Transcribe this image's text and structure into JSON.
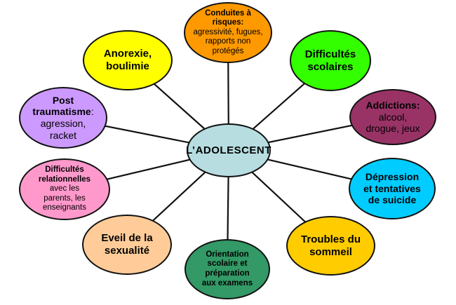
{
  "center": {
    "label": "L’ADOLESCENT",
    "color": "#b7dde1"
  },
  "nodes": [
    {
      "id": "conduites",
      "bold": "Conduites à risques:",
      "normal": "agressivité, fugues, rapports non protégés",
      "color": "#ff9900"
    },
    {
      "id": "difficultes-scolaires",
      "bold": "Difficultés scolaires",
      "normal": "",
      "color": "#33ff00"
    },
    {
      "id": "addictions",
      "bold": "Addictions:",
      "normal": "alcool, drogue, jeux",
      "color": "#993366"
    },
    {
      "id": "depression",
      "bold": "Dépression et tentatives de suicide",
      "normal": "",
      "color": "#00ccff"
    },
    {
      "id": "troubles-sommeil",
      "bold": "Troubles du sommeil",
      "normal": "",
      "color": "#ffcc00"
    },
    {
      "id": "orientation",
      "bold": "Orientation scolaire et préparation aux examens",
      "normal": "",
      "color": "#339966"
    },
    {
      "id": "eveil",
      "bold": "Eveil de la sexualité",
      "normal": "",
      "color": "#ffcc99"
    },
    {
      "id": "relationnelles",
      "bold": "Difficultés relationnelles",
      "normal": "avec les parents, les enseignants",
      "color": "#ff99cc"
    },
    {
      "id": "post-traumatisme",
      "bold": "Post traumatisme",
      "normal": ": agression, racket",
      "color": "#cc99ff"
    },
    {
      "id": "anorexie",
      "bold": "Anorexie, boulimie",
      "normal": "",
      "color": "#ffff00"
    }
  ]
}
